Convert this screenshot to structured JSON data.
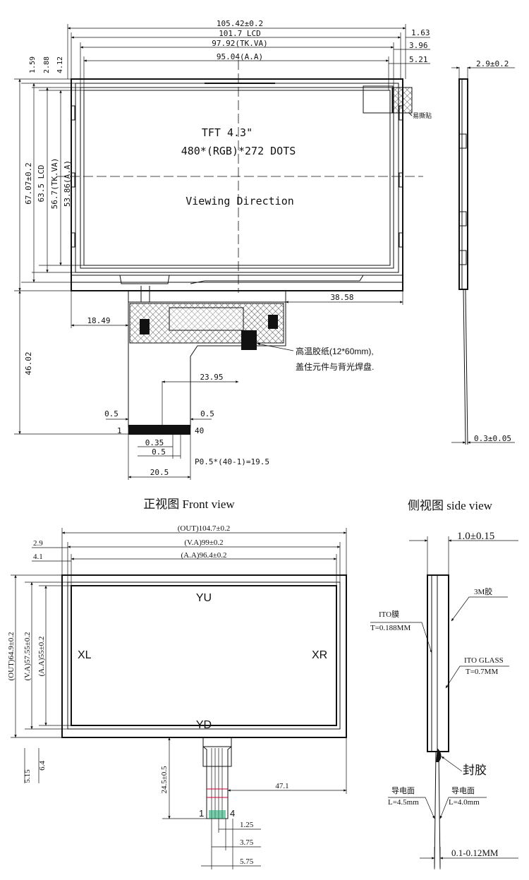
{
  "lcd": {
    "title_line1": "TFT 4.3\"",
    "title_line2": "480*(RGB)*272  DOTS",
    "viewing_direction": "Viewing  Direction",
    "dim_top_1": "105.42±0.2",
    "dim_top_2": "101.7 LCD",
    "dim_top_3": "97.92(TK.VA)",
    "dim_top_4": "95.04(A.A)",
    "dim_right_1": "1.63",
    "dim_right_2": "3.96",
    "dim_right_3": "5.21",
    "dim_left_1": "1.59",
    "dim_left_2": "2.88",
    "dim_left_3": "4.12",
    "dim_v_1": "67.07±0.2",
    "dim_v_2": "63.5 LCD",
    "dim_v_3": "56.7(TK.VA)",
    "dim_v_4": "53.86(A.A)",
    "label_tear": "易撕贴",
    "dim_38_58": "38.58",
    "dim_18_49": "18.49",
    "dim_46_02": "46.02",
    "dim_23_95": "23.95",
    "tape_note_1": "高温胶纸(12*60mm),",
    "tape_note_2": "盖住元件与背光焊盘.",
    "dim_0_5_left": "0.5",
    "dim_0_5_right": "0.5",
    "pin_first": "1",
    "pin_last": "40",
    "dim_0_35": "0.35",
    "dim_0_5_bottom": "0.5",
    "pitch_note": "P0.5*(40-1)=19.5",
    "dim_20_5": "20.5",
    "side_thickness": "2.9±0.2",
    "side_bottom": "0.3±0.05"
  },
  "touch": {
    "front_view_label": "正视图 Front view",
    "side_view_label": "侧视图 side view",
    "dim_out_w": "(OUT)104.7±0.2",
    "dim_va_w": "(V.A)99±0.2",
    "dim_aa_w": "(A.A)96.4±0.2",
    "dim_2_9": "2.9",
    "dim_4_1": "4.1",
    "dim_out_h": "(OUT)64.9±0.2",
    "dim_va_h": "(V.A)57.55±0.2",
    "dim_aa_h": "(A.A)55±0.2",
    "dim_5_15": "5.15",
    "dim_6_4": "6.4",
    "label_yu": "YU",
    "label_yd": "YD",
    "label_xl": "XL",
    "label_xr": "XR",
    "dim_24_5": "24.5±0.5",
    "dim_47_1": "47.1",
    "pin_1": "1",
    "pin_4": "4",
    "dim_1_25": "1.25",
    "dim_3_75": "3.75",
    "dim_5_75": "5.75",
    "side_total": "1.0±0.15",
    "label_3m": "3M胶",
    "ito_film": "ITO膜",
    "ito_film_t": "T=0.188MM",
    "ito_glass": "ITO GLASS",
    "ito_glass_t": "T=0.7MM",
    "seal": "封胶",
    "cond_left": "导电面",
    "cond_left_l": "L=4.5mm",
    "cond_right": "导电面",
    "cond_right_l": "L=4.0mm",
    "side_tail": "0.1-0.12MM"
  }
}
